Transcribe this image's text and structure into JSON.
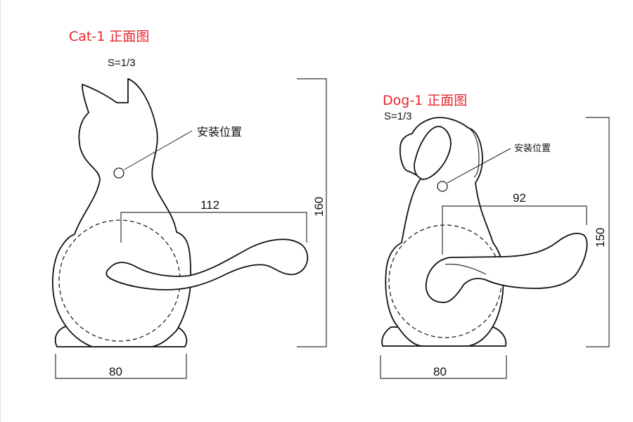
{
  "cat": {
    "title": "Cat-1  正面图",
    "scale": "S=1/3",
    "install_label": "安装位置",
    "dim_width": "80",
    "dim_length": "112",
    "dim_height": "160"
  },
  "dog": {
    "title": "Dog-1  正面图",
    "scale": "S=1/3",
    "install_label": "安装位置",
    "dim_width": "80",
    "dim_length": "92",
    "dim_height": "150"
  },
  "colors": {
    "title": "#e8242c",
    "line": "#111111"
  }
}
